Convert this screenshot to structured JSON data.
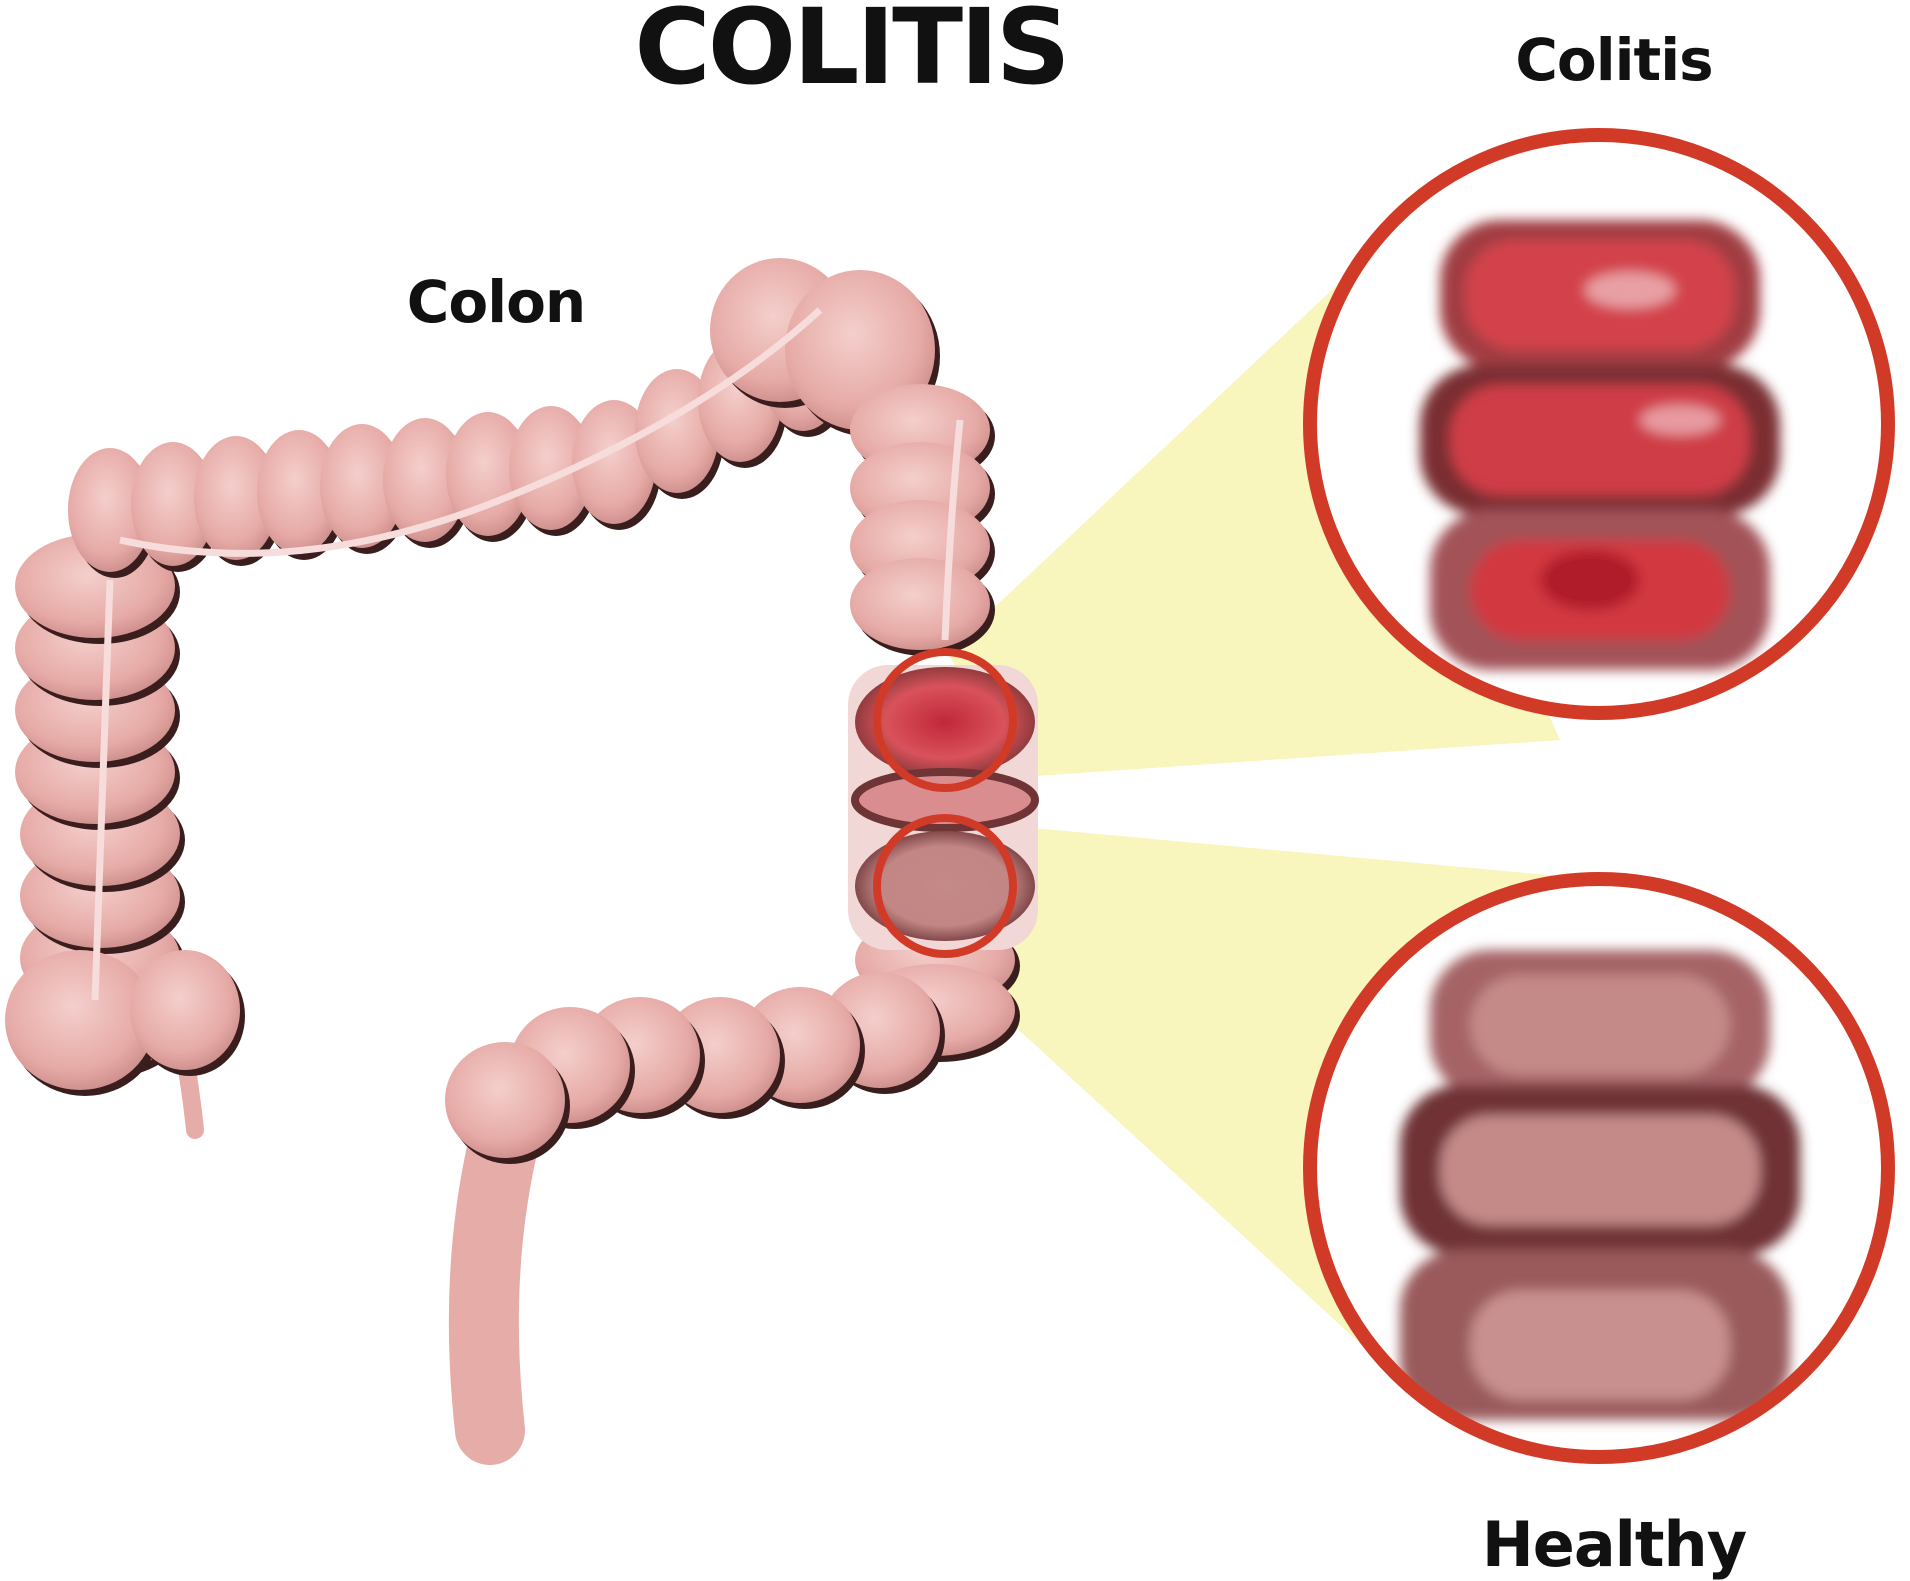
{
  "title": "COLITIS",
  "labels": {
    "colon": "Colon",
    "colitis": "Colitis",
    "healthy": "Healthy"
  },
  "colors": {
    "tissue": "#e9b4b0",
    "tissue_shadow": "#3a1e1e",
    "inflamed": "#cc3a3f",
    "healthy_inner": "#c48a88",
    "ring": "#d23a28",
    "cone": "#f8f5bd"
  }
}
